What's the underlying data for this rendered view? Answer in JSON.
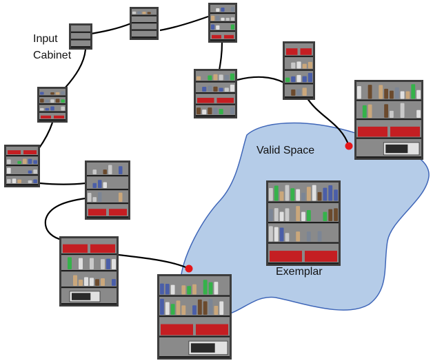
{
  "labels": {
    "input_line1": "Input",
    "input_line2": "Cabinet",
    "valid_space": "Valid Space",
    "exemplar": "Exemplar"
  },
  "colors": {
    "region_fill": "#b5cce8",
    "region_stroke": "#3f66b8",
    "path_line": "#000000",
    "endpoint_marker": "#e5161a",
    "cabinet_frame": "#3d3d3d",
    "cabinet_back": "#8a8a8a",
    "shelf": "#1e1e1e",
    "item_red": "#c41e22",
    "item_green": "#35b24a",
    "item_blue": "#4a5ea8",
    "item_tan": "#caa77b",
    "appliance": "#e1e1e1"
  },
  "cabinet_contents": [
    "empty-cabinet",
    "cabinet-sparse",
    "cabinet-few-items",
    "cabinet-red-top",
    "cabinet-partial",
    "cabinet-red-middle",
    "cabinet-red-bottom",
    "cabinet-full",
    "cabinet-blue-cups",
    "cabinet-microwave-bottom",
    "cabinet-microwave-mid",
    "cabinet-exemplar"
  ]
}
